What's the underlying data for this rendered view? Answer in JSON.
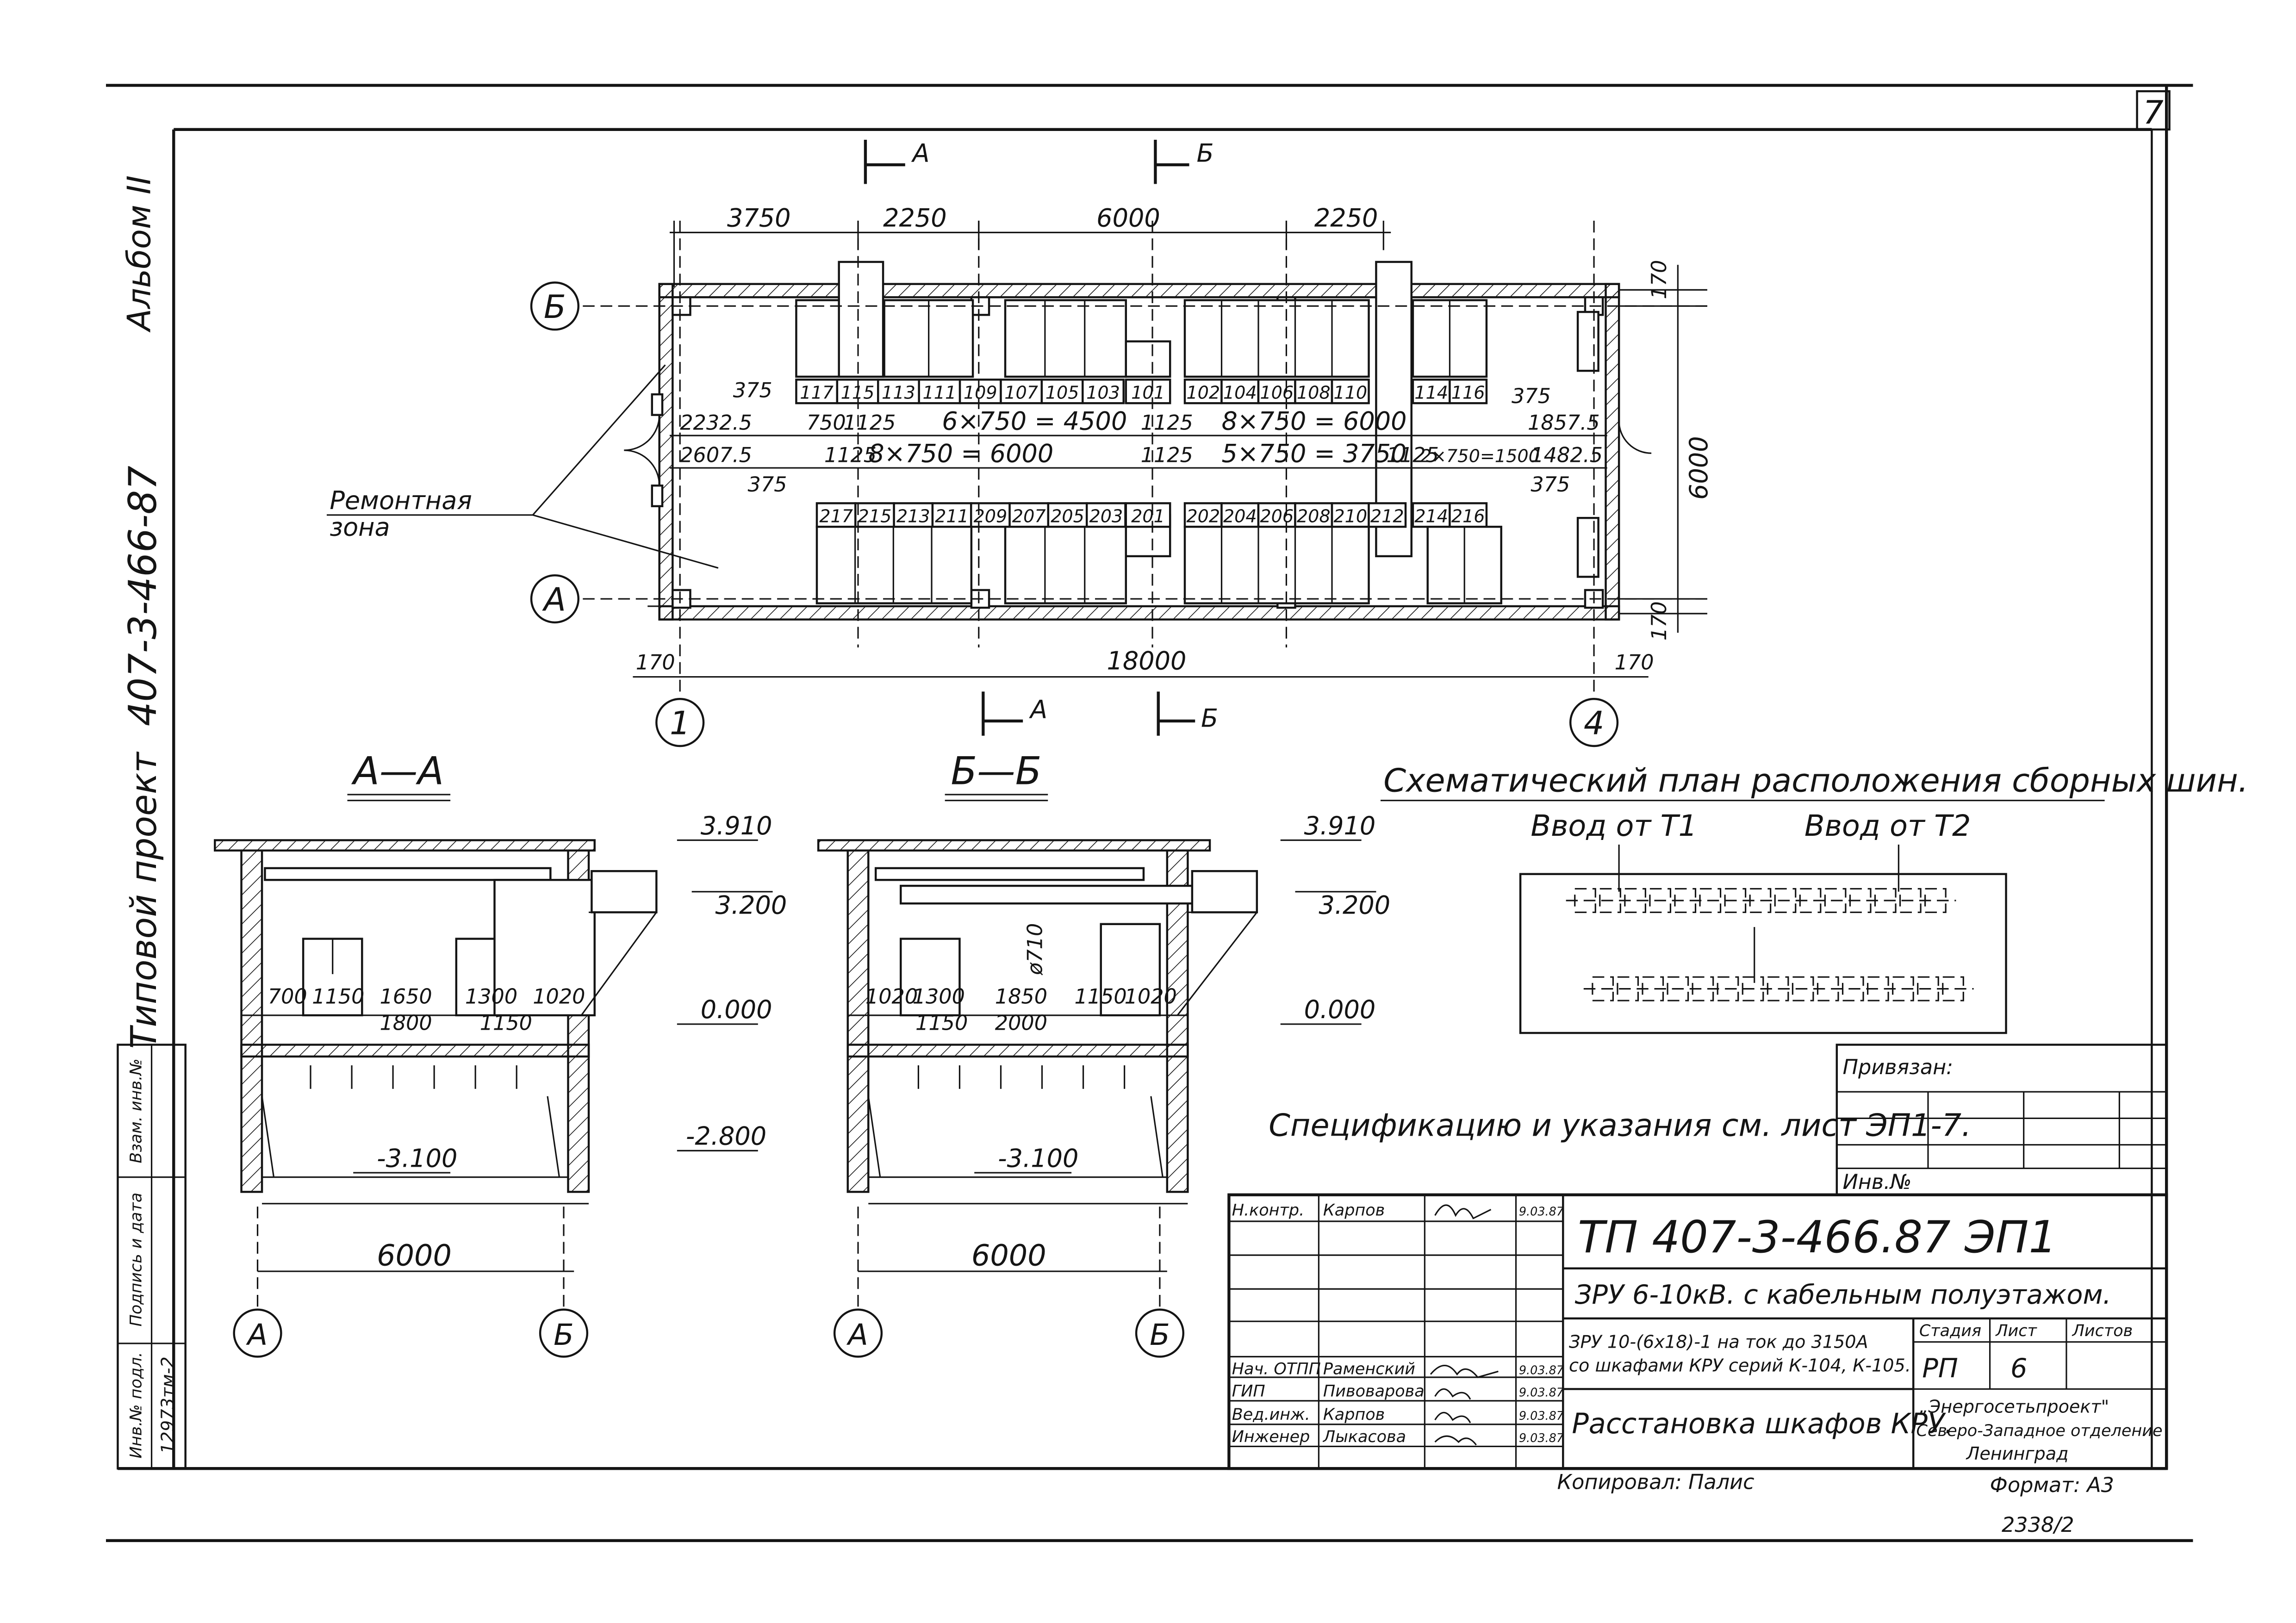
{
  "sheet": {
    "sheet_no": "7",
    "album": "Альбом II",
    "project_label": "Типовой проект",
    "project_code": "407-3-466-87",
    "side_labels": [
      "Инв.№ подл.",
      "Подпись и дата",
      "Взам. инв.№"
    ],
    "inventory_number": "12973тм-2",
    "copied_by": "Копировал: Палис",
    "format": "Формат: А3",
    "bottom_number": "2338/2"
  },
  "plan": {
    "top_dims": [
      "3750",
      "2250",
      "6000",
      "2250"
    ],
    "right_dims": [
      "170",
      "6000",
      "170"
    ],
    "bottom_dims": [
      "170",
      "18000",
      "170"
    ],
    "axes": [
      "Б",
      "А",
      "1",
      "4"
    ],
    "section_marks": [
      "А",
      "Б",
      "А",
      "Б"
    ],
    "row1_cells": [
      "117",
      "115",
      "113",
      "111",
      "109",
      "107",
      "105",
      "103",
      "101",
      "102",
      "104",
      "106",
      "108",
      "110",
      "114",
      "116"
    ],
    "row2_cells": [
      "217",
      "215",
      "213",
      "211",
      "209",
      "207",
      "205",
      "203",
      "201",
      "202",
      "204",
      "206",
      "208",
      "210",
      "212",
      "214",
      "216"
    ],
    "dims_row1": [
      "375",
      "2232.5",
      "750",
      "1125",
      "6×750 = 4500",
      "1125",
      "8×750 = 6000",
      "375",
      "1857.5"
    ],
    "dims_row2": [
      "2607.5",
      "375",
      "1125",
      "8×750 = 6000",
      "1125",
      "5×750 = 3750",
      "1125",
      "2×750=1500",
      "1482.5",
      "375"
    ],
    "repair_zone": [
      "Ремонтная",
      "зона"
    ]
  },
  "section_aa": {
    "title": "А—А",
    "elev": [
      "3.910",
      "3.200",
      "0.000",
      "-3.100",
      "-2.800"
    ],
    "dims_top": [
      "700",
      "1150",
      "1650",
      "1300",
      "1020"
    ],
    "dims_bottom": [
      "1800",
      "1150"
    ],
    "width": "6000",
    "axes": [
      "А",
      "Б"
    ]
  },
  "section_bb": {
    "title": "Б—Б",
    "elev": [
      "3.910",
      "3.200",
      "0.000",
      "-3.100"
    ],
    "dims_top": [
      "1020",
      "1300",
      "1850",
      "1150",
      "1020"
    ],
    "dims_bottom": [
      "1150",
      "2000"
    ],
    "pipe": "ø710",
    "width": "6000",
    "axes": [
      "А",
      "Б"
    ]
  },
  "busbar": {
    "title": "Схематический план расположения сборных шин.",
    "input1": "Ввод от Т1",
    "input2": "Ввод от Т2"
  },
  "spec_note": "Спецификацию и указания см. лист ЭП1-7.",
  "binding": {
    "label": "Привязан:",
    "inv": "Инв.№"
  },
  "title_block": {
    "code": "ТП   407-3-466.87   ЭП1",
    "subtitle": "ЗРУ 6-10кВ. с кабельным полуэтажом.",
    "description": [
      "ЗРУ 10-(6х18)-1 на ток до 3150А",
      "со шкафами КРУ серий К-104, К-105."
    ],
    "drawing_title": "Расстановка шкафов КРУ.",
    "stage_header": [
      "Стадия",
      "Лист",
      "Листов"
    ],
    "stage": "РП",
    "sheet": "6",
    "sheets": "",
    "org": [
      "„Энергосетьпроект\"",
      "Северо-Западное отделение",
      "Ленинград"
    ],
    "signatures": [
      {
        "role": "Н.контр.",
        "name": "Карпов",
        "date": "9.03.87"
      },
      {
        "role": "Нач. ОТПП",
        "name": "Раменский",
        "date": "9.03.87"
      },
      {
        "role": "ГИП",
        "name": "Пивоварова",
        "date": "9.03.87"
      },
      {
        "role": "Вед.инж.",
        "name": "Карпов",
        "date": "9.03.87"
      },
      {
        "role": "Инженер",
        "name": "Лыкасова",
        "date": "9.03.87"
      }
    ]
  }
}
